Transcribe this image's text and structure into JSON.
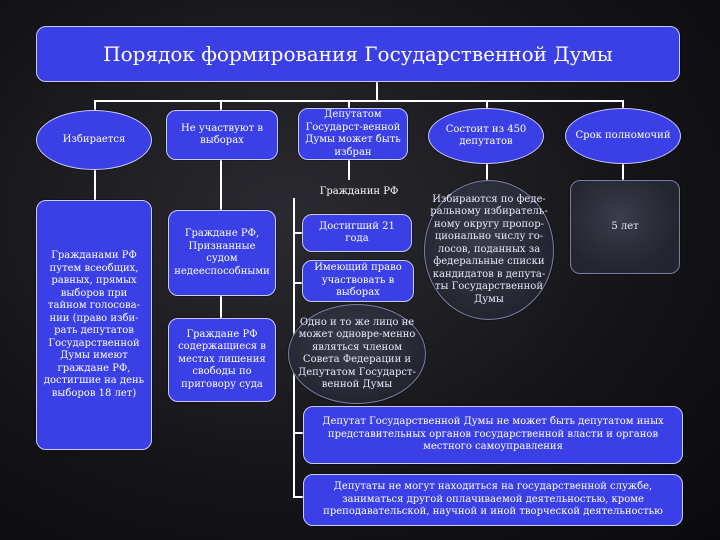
{
  "title": "Порядок формирования Государственной Думы",
  "top_boxes": [
    "Избирается",
    "Не участвуют в выборах",
    "Депутатом Государст-венной Думы может быть избран",
    "Состоит из 450 депутатов",
    "Срок полномочий"
  ],
  "elected_desc": "Гражданами РФ путем всеобщих, равных, прямых выборов при тайном голосова-нии (право изби-рать депутатов Государственной Думы имеют граждане РФ, достигшие на день выборов 18 лет)",
  "not_voting": [
    "Граждане РФ, Признанные судом недееспособными",
    "Граждане РФ содержащиеся в местах лишения свободы по приговору суда"
  ],
  "eligible": [
    "Гражданин РФ",
    "Достигший 21 года",
    "Имеющий право участвовать в выборах",
    "Одно и то же лицо не может одновре-менно являться членом Совета Федерации и Депутатом Государст-венной Думы"
  ],
  "composition_desc": "Избираются по феде-ральному избиратель-ному округу пропор-ционально числу го-лосов, поданных за федеральные списки кандидатов в депута-ты Государственной Думы",
  "term": "5 лет",
  "bottom_boxes": [
    "Депутат Государственной Думы не может быть депутатом иных представительных органов государственной власти и органов местного самоуправления",
    "Депутаты не могут находиться на государственной службе, заниматься другой оплачиваемой деятельностью, кроме преподавательской, научной и иной творческой деятельностью"
  ]
}
